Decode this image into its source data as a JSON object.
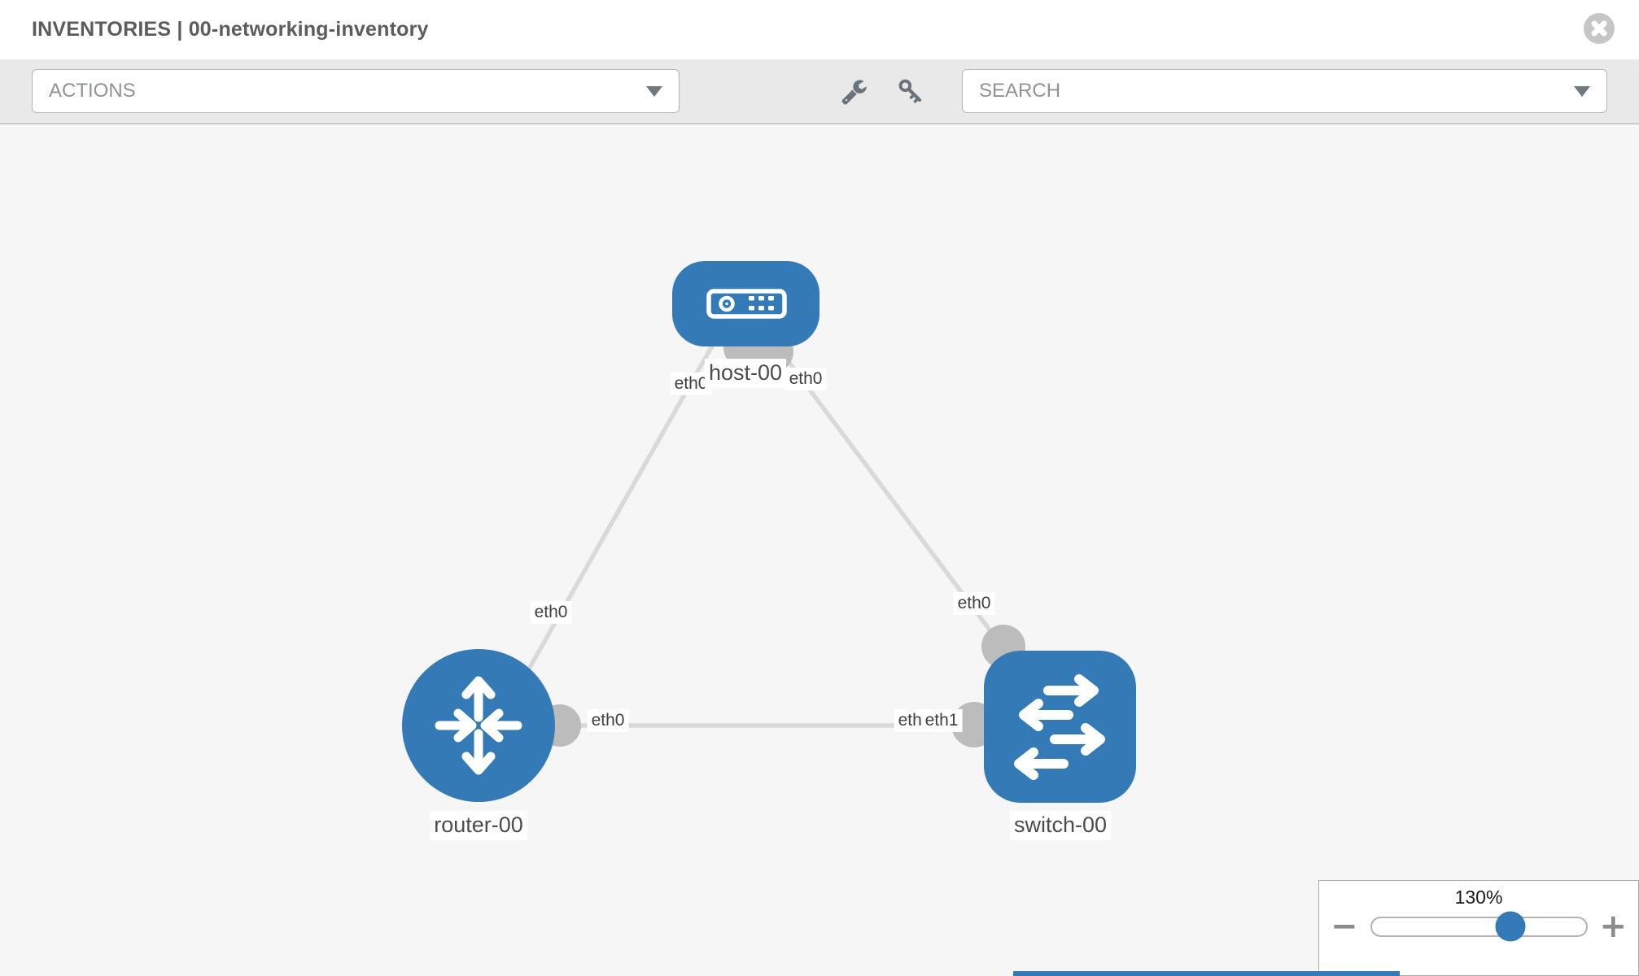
{
  "header": {
    "title": "INVENTORIES | 00-networking-inventory"
  },
  "toolbar": {
    "actions_placeholder": "ACTIONS",
    "search_placeholder": "SEARCH",
    "icons": [
      "wrench-icon",
      "key-icon"
    ]
  },
  "graph": {
    "nodes": [
      {
        "id": "host-00",
        "type": "host",
        "label": "host-00",
        "icon": "server-icon"
      },
      {
        "id": "router-00",
        "type": "router",
        "label": "router-00",
        "icon": "router-arrows-icon"
      },
      {
        "id": "switch-00",
        "type": "switch",
        "label": "switch-00",
        "icon": "switch-arrows-icon"
      }
    ],
    "links": [
      {
        "from": "host-00",
        "from_if": "eth0",
        "to": "router-00",
        "to_if": "eth0"
      },
      {
        "from": "host-00",
        "from_if": "eth0",
        "to": "switch-00",
        "to_if": "eth0"
      },
      {
        "from": "router-00",
        "from_if": "eth0",
        "to": "switch-00",
        "to_if": "eth1"
      }
    ],
    "if_labels": {
      "host_left": "eth0",
      "host_right": "eth0",
      "router_top": "eth0",
      "switch_top": "eth0",
      "router_right": "eth0",
      "switch_left_back": "eth0",
      "switch_left_front": "eth1"
    }
  },
  "zoom_widget": {
    "level": "130%",
    "minus_label": "−",
    "plus_label": "+"
  },
  "colors": {
    "node_blue": "#337ab7",
    "link_gray": "#d9d9d9",
    "endpoint_gray": "#bcbcbc",
    "toolbar_gray": "#e9e9e9",
    "canvas_gray": "#f5f6f5"
  }
}
